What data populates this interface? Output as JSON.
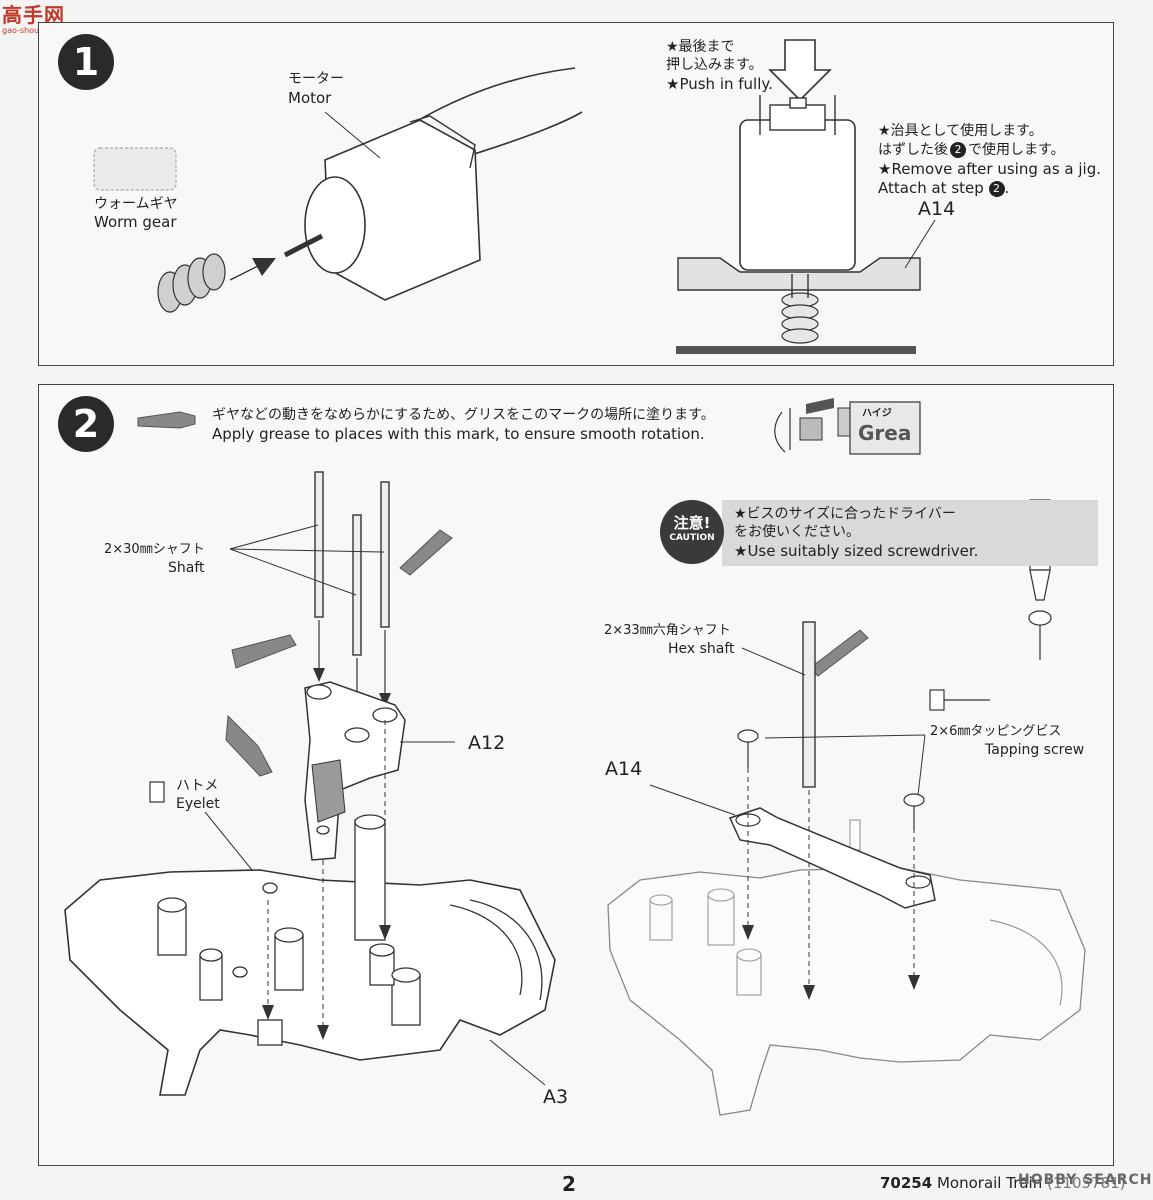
{
  "header": {
    "logo_text": "高手网",
    "logo_sub": "gao-shou.com"
  },
  "step1": {
    "number": "1",
    "motor_jp": "モーター",
    "motor_en": "Motor",
    "worm_jp": "ウォームギヤ",
    "worm_en": "Worm gear",
    "push_jp1": "★最後まで",
    "push_jp2": "押し込みます。",
    "push_en": "★Push in fully.",
    "jig_jp1": "★治具として使用します。",
    "jig_jp2a": "はずした後",
    "jig_jp2b": "で使用します。",
    "jig_en1": "★Remove after using as a jig.",
    "jig_en2": "Attach at step",
    "jig_step": "2",
    "part_a14": "A14"
  },
  "step2": {
    "number": "2",
    "grease_jp": "ギヤなどの動きをなめらかにするため、グリスをこのマークの場所に塗ります。",
    "grease_en": "Apply grease to places with this mark, to ensure smooth rotation.",
    "grease_tube": "Grea",
    "grease_tube_jp": "ハイジ",
    "shaft_jp": "2×30㎜シャフト",
    "shaft_en": "Shaft",
    "caution_jp": "注意!",
    "caution_en": "CAUTION",
    "driver_jp1": "★ビスのサイズに合ったドライバー",
    "driver_jp2": "をお使いください。",
    "driver_en": "★Use suitably sized screwdriver.",
    "hex_jp": "2×33㎜六角シャフト",
    "hex_en": "Hex shaft",
    "screw_jp": "2×6㎜タッピングビス",
    "screw_en": "Tapping screw",
    "eyelet_jp": "ハトメ",
    "eyelet_en": "Eyelet",
    "part_a12": "A12",
    "part_a14": "A14",
    "part_a3": "A3"
  },
  "footer": {
    "page": "2",
    "code": "70254",
    "title": "Monorail Train",
    "ref": "(1105781)",
    "watermark": "HOBBY SEARCH"
  }
}
